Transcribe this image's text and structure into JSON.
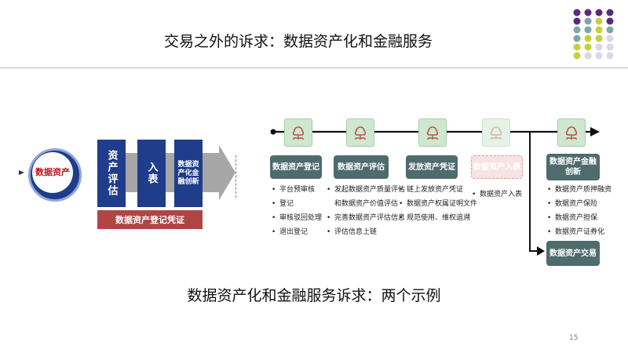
{
  "title": "交易之外的诉求：数据资产化和金融服务",
  "left_flow": {
    "circle_label": "数据资产",
    "box_assess": "资产评估",
    "box_entry": "入表",
    "box_finance": "数据资产化金融创新",
    "bar_label": "数据资产登记凭证"
  },
  "stages": [
    {
      "label": "数据资产登记",
      "items": [
        "平台预审核",
        "登记",
        "审核驳回处理",
        "退出登记"
      ]
    },
    {
      "label": "数据资产评估",
      "items": [
        "发起数据资产质量评估",
        "和数据资产价值评估",
        "完善数据资产评估信息",
        "评估信息上链"
      ]
    },
    {
      "label": "发放资产凭证",
      "items": [
        "链上发放资产凭证",
        "数据资产权属证明文件",
        "规范使用、维权追溯"
      ]
    },
    {
      "label": "数据资产入表",
      "items": [
        "数据资产入表"
      ]
    },
    {
      "label": "数据资产金融创新",
      "items": [
        "数据资产质押融资",
        "数据资产保险",
        "数据资产担保",
        "数据资产证券化"
      ]
    }
  ],
  "trade_box": "数据资产交易",
  "subtitle": "数据资产化和金融服务诉求：两个示例",
  "page_number": "15",
  "colors": {
    "blue": "#1f3d8a",
    "red_bar": "#b04545",
    "stage": "#4e6b6d",
    "icon_bg": "#cfe7cf",
    "icon": "#c0504d"
  }
}
